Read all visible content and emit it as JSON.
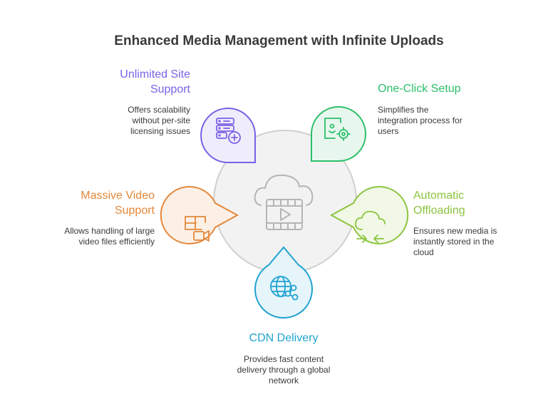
{
  "title": "Enhanced Media Management with Infinite Uploads",
  "center": {
    "icon": "cloud-video-icon"
  },
  "items": [
    {
      "label": "Unlimited Site Support",
      "label_lines": [
        "Unlimited Site",
        "Support"
      ],
      "desc_lines": [
        "Offers scalability",
        "without per-site",
        "licensing issues"
      ],
      "color": "#7b61e6",
      "fill": "#efedfb",
      "icon": "server-add-icon"
    },
    {
      "label": "One-Click Setup",
      "label_lines": [
        "One-Click Setup"
      ],
      "desc_lines": [
        "Simplifies the",
        "integration process for",
        "users"
      ],
      "color": "#2bbf6b",
      "fill": "#e8f7ee",
      "icon": "settings-panel-icon"
    },
    {
      "label": "Automatic Offloading",
      "label_lines": [
        "Automatic",
        "Offloading"
      ],
      "desc_lines": [
        "Ensures new media is",
        "instantly stored in the",
        "cloud"
      ],
      "color": "#8cc43f",
      "fill": "#f1f8e6",
      "icon": "cloud-sync-icon"
    },
    {
      "label": "CDN Delivery",
      "label_lines": [
        "CDN Delivery"
      ],
      "desc_lines": [
        "Provides fast content",
        "delivery through a global",
        "network"
      ],
      "color": "#21a3d0",
      "fill": "#e6f5fa",
      "icon": "globe-share-icon"
    },
    {
      "label": "Massive Video Support",
      "label_lines": [
        "Massive Video",
        "Support"
      ],
      "desc_lines": [
        "Allows handling of large",
        "video files efficiently"
      ],
      "color": "#e4873a",
      "fill": "#fcf0e6",
      "icon": "video-layout-icon"
    }
  ]
}
